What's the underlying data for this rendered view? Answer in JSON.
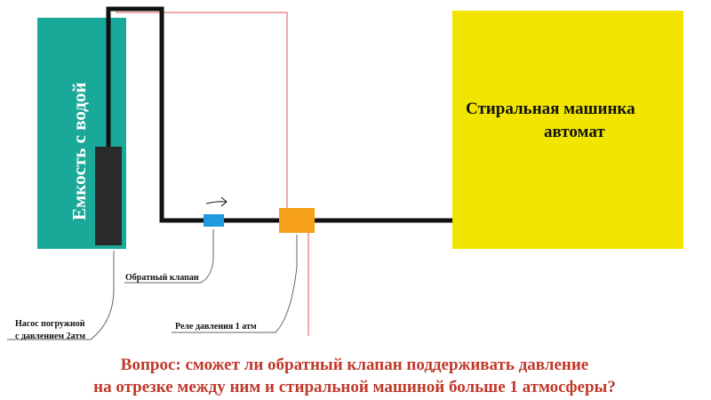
{
  "tank": {
    "label": "Емкость с водой",
    "color": "#1aa899"
  },
  "washer": {
    "line1": "Стиральная машинка",
    "line2": "автомат",
    "color": "#f2e600"
  },
  "pump": {
    "line1": "Насос погружной",
    "line2": "с давлением 2атм",
    "color": "#2a2a2a"
  },
  "check_valve": {
    "label": "Обратный клапан",
    "color": "#1e9be0",
    "arrow_icon": "flow-direction-arrow"
  },
  "pressure_relay": {
    "label": "Реле давления 1 атм",
    "color": "#f7a11b"
  },
  "pipe_color": "#111111",
  "signal_line_color": "#e05555",
  "question": {
    "line1": "Вопрос: сможет ли обратный клапан поддерживать давление",
    "line2": "на отрезке между ним и стиральной машиной больше 1 атмосферы?",
    "color": "#c0392b"
  }
}
